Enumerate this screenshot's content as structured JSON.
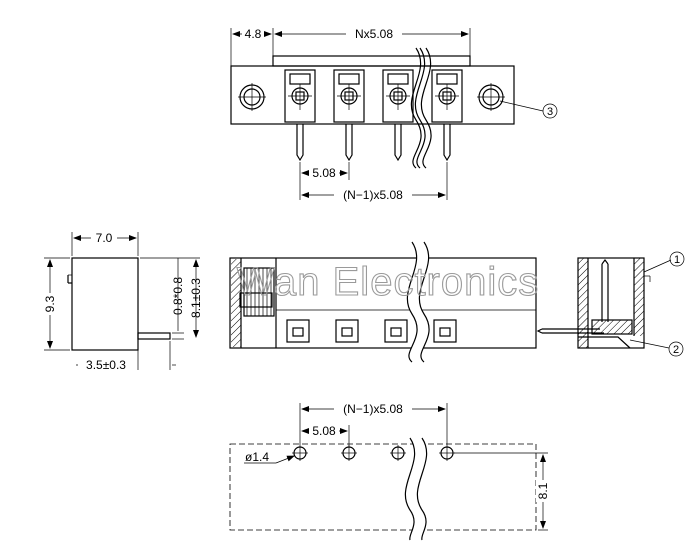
{
  "watermark": "Wan Electronics",
  "top_view": {
    "dim_offset": "4.8",
    "dim_total": "Nx5.08",
    "dim_pitch": "5.08",
    "dim_span": "(N−1)x5.08",
    "callout": "3"
  },
  "side_view": {
    "dim_depth": "7.0",
    "dim_height": "9.3",
    "dim_pin_section": "0.8*0.8",
    "dim_pin_height": "8.1±0.3",
    "dim_pin_length": "3.5±0.3"
  },
  "right_view": {
    "callout_1": "1",
    "callout_2": "2"
  },
  "bottom_view": {
    "dim_span": "(N−1)x5.08",
    "dim_pitch": "5.08",
    "dim_hole": "ø1.4",
    "dim_width": "8.1"
  }
}
